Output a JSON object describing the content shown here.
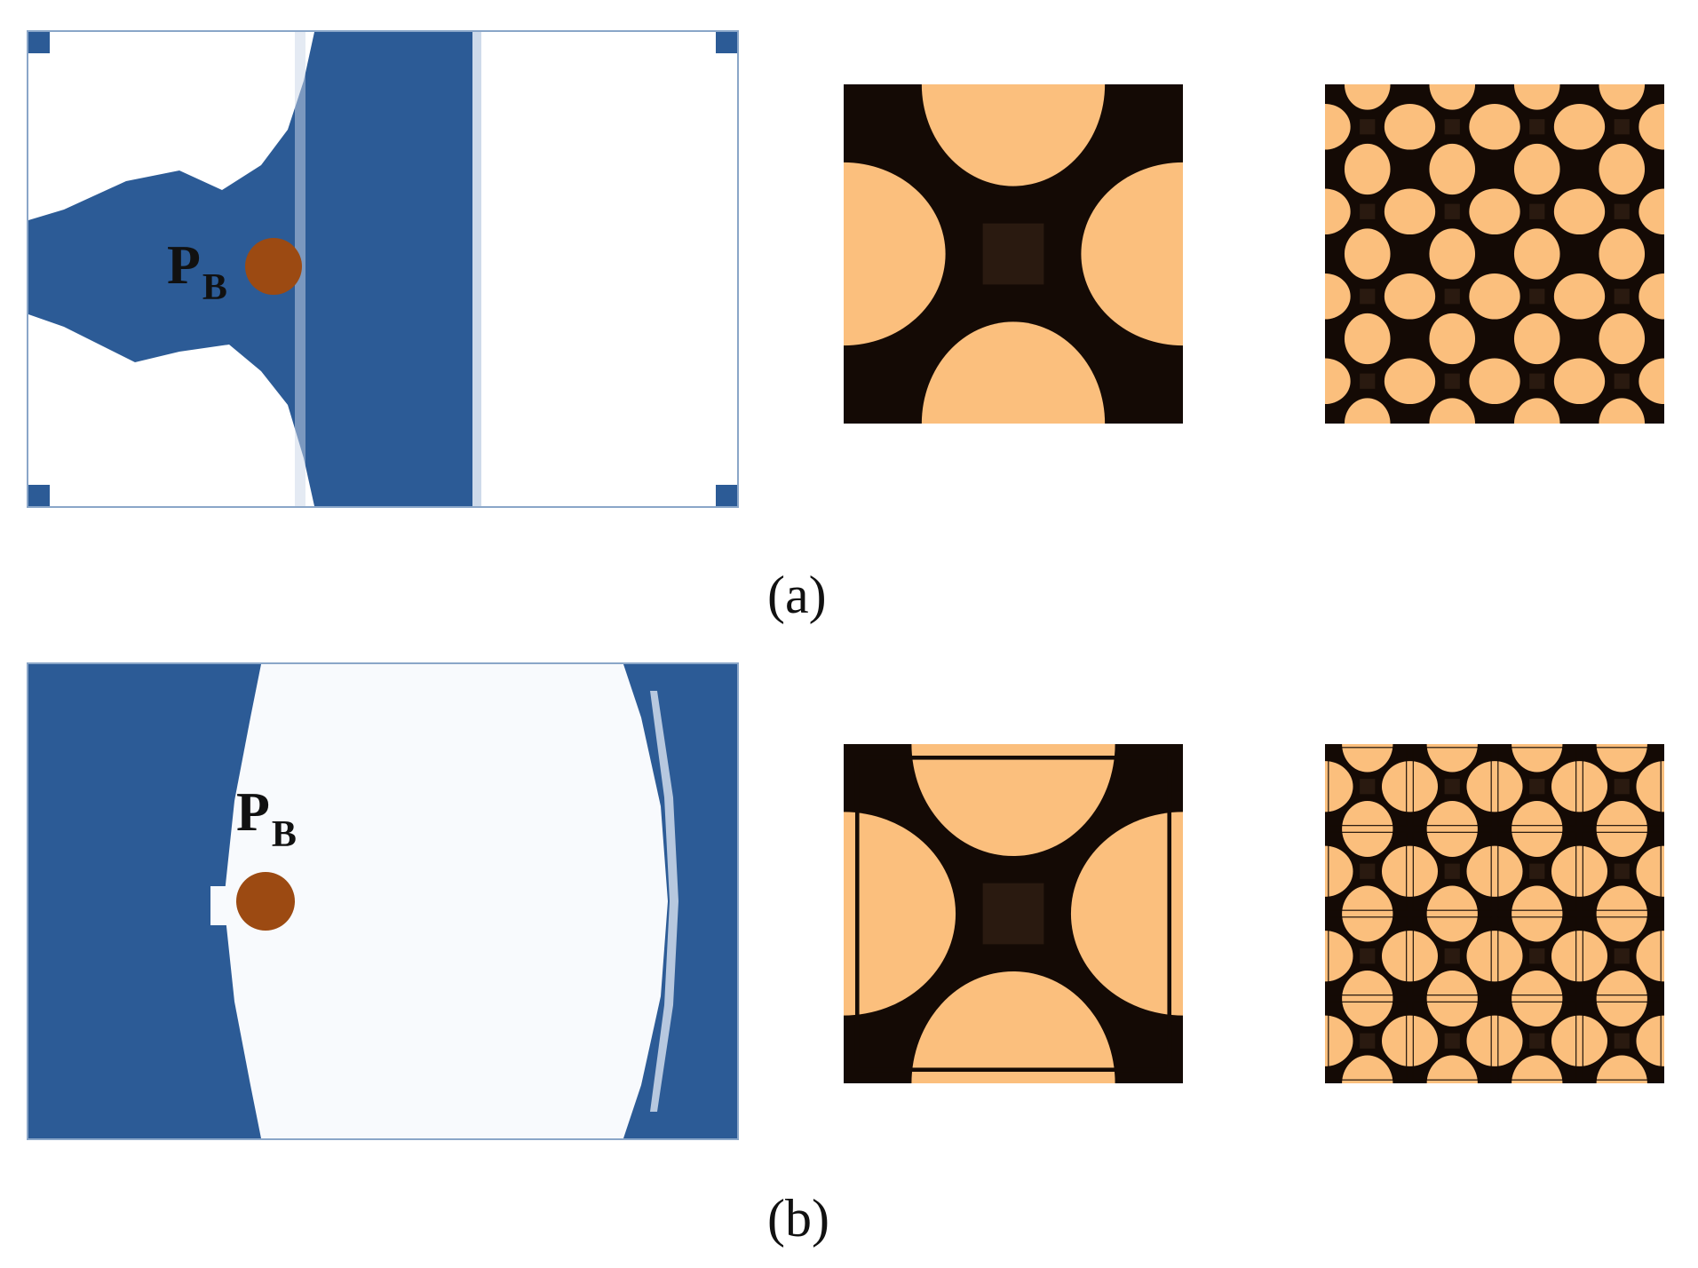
{
  "colors": {
    "solid_blue": "#2c5b96",
    "void_white": "#ffffff",
    "dot_brown": "#9c4a12",
    "unit_void": "#fbbf7d",
    "unit_solid": "#140a05",
    "unit_core": "#2a1a10"
  },
  "panels": [
    {
      "caption": "(a)",
      "point_label": "P",
      "point_subscript": "B",
      "unit_cell_count": 1,
      "array_size": 4
    },
    {
      "caption": "(b)",
      "point_label": "P",
      "point_subscript": "B",
      "unit_cell_count": 1,
      "array_size": 4
    }
  ]
}
